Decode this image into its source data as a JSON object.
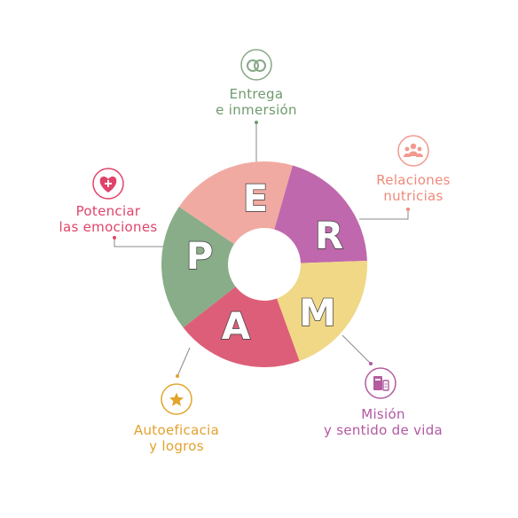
{
  "colors": {
    "entrega": "#88ad88",
    "relaciones": "#f1aaa1",
    "mision": "#c068ad",
    "autoeficacia": "#f0d886",
    "potenciar": "#dd5e78",
    "icon_e": "#86a985",
    "icon_r": "#f3988d",
    "icon_m": "#b45aa0",
    "icon_a": "#e2a52c",
    "icon_p": "#e0436a",
    "label_e": "#6f9a6f",
    "label_r": "#ee8a7b",
    "label_m": "#b258a2",
    "label_a": "#e3a12c",
    "label_p": "#df4469",
    "connector": "#8a8a8a"
  },
  "segments": [
    {
      "key": "entrega",
      "letter": "E"
    },
    {
      "key": "relaciones",
      "letter": "R"
    },
    {
      "key": "mision",
      "letter": "M"
    },
    {
      "key": "autoeficacia",
      "letter": "A"
    },
    {
      "key": "potenciar",
      "letter": "P"
    }
  ],
  "labels": {
    "entrega": {
      "line1": "Entrega",
      "line2": "e inmersión",
      "icon": "rings-icon"
    },
    "relaciones": {
      "line1": "Relaciones",
      "line2": "nutricias",
      "icon": "people-icon"
    },
    "mision": {
      "line1": "Misión",
      "line2": "y sentido de vida",
      "icon": "book-icon"
    },
    "autoeficacia": {
      "line1": "Autoeficacia",
      "line2": "y logros",
      "icon": "star-icon"
    },
    "potenciar": {
      "line1": "Potenciar",
      "line2": "las emociones",
      "icon": "heart-plus-icon"
    }
  }
}
